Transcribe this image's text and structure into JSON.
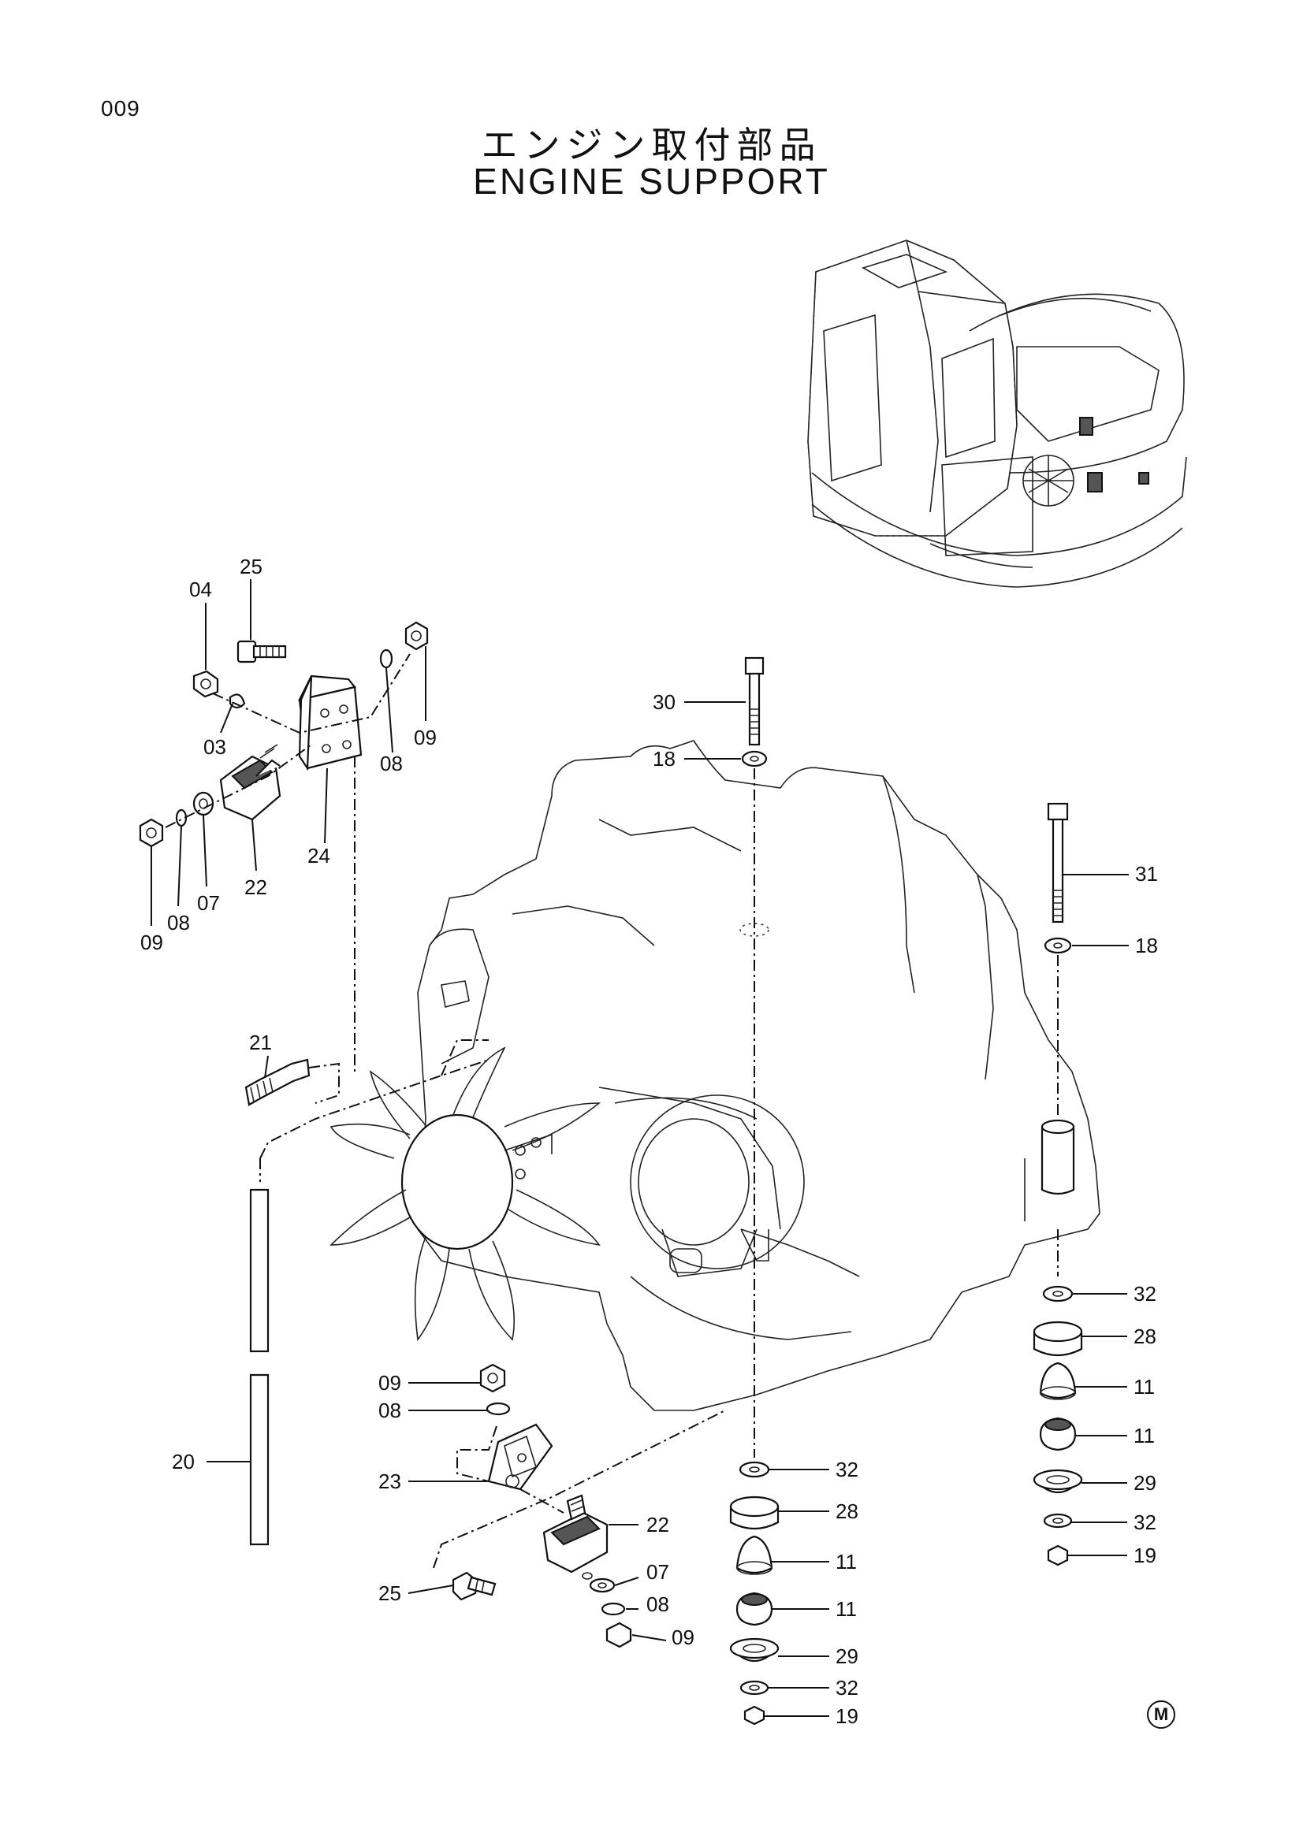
{
  "page": {
    "number": "009",
    "title_jp": "エンジン取付部品",
    "title_en": "ENGINE SUPPORT",
    "mark": "M"
  },
  "callouts": {
    "c04": "04",
    "c25a": "25",
    "c03": "03",
    "c08a": "08",
    "c09a": "09",
    "c22a": "22",
    "c24": "24",
    "c07a": "07",
    "c09b": "09",
    "c08b": "08",
    "c30": "30",
    "c18a": "18",
    "c31": "31",
    "c18b": "18",
    "c21": "21",
    "c20": "20",
    "c09c": "09",
    "c08c": "08",
    "c23": "23",
    "c22b": "22",
    "c25b": "25",
    "c07b": "07",
    "c08d": "08",
    "c09d": "09",
    "c32a": "32",
    "c28a": "28",
    "c11a": "11",
    "c11b": "11",
    "c29a": "29",
    "c32b": "32",
    "c19a": "19",
    "c32c": "32",
    "c28b": "28",
    "c11c": "11",
    "c11d": "11",
    "c29b": "29",
    "c32d": "32",
    "c19b": "19"
  }
}
